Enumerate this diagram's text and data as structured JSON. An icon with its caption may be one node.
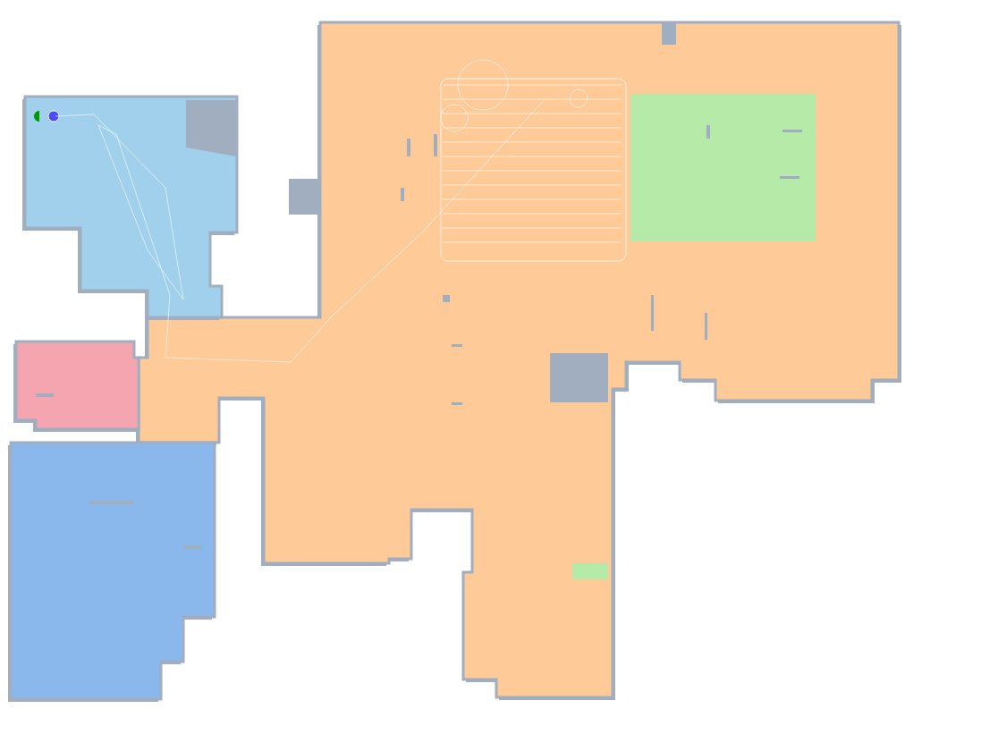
{
  "diagram": {
    "nodes": [
      {
        "text": [],
        "shape": "box"
      },
      {
        "text": [],
        "shape": "box"
      },
      {
        "text": [],
        "shape": "box"
      },
      {
        "text": [],
        "shape": "box"
      },
      {
        "text": [],
        "shape": "circle",
        "in": 1
      }
    ]
  }
}
